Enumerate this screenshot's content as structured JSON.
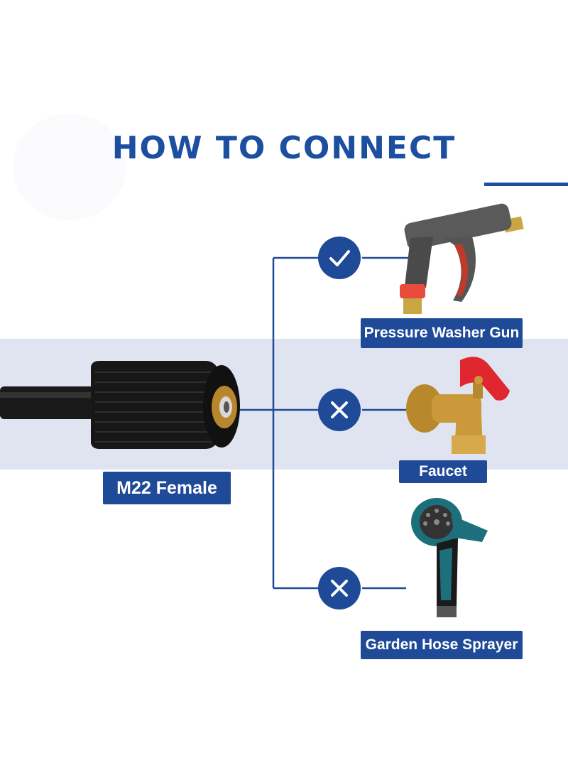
{
  "header": {
    "title": "HOW TO CONNECT"
  },
  "connector": {
    "label": "M22 Female"
  },
  "options": [
    {
      "label": "Pressure Washer Gun",
      "status": "compatible",
      "status_icon": "check-icon"
    },
    {
      "label": "Faucet",
      "status": "not compatible",
      "status_icon": "cross-icon"
    },
    {
      "label": "Garden Hose Sprayer",
      "status": "not compatible",
      "status_icon": "cross-icon"
    }
  ],
  "colors": {
    "brand_blue": "#1f4a97",
    "band": "#dfe4f0",
    "title_blue": "#1c4fa0"
  }
}
